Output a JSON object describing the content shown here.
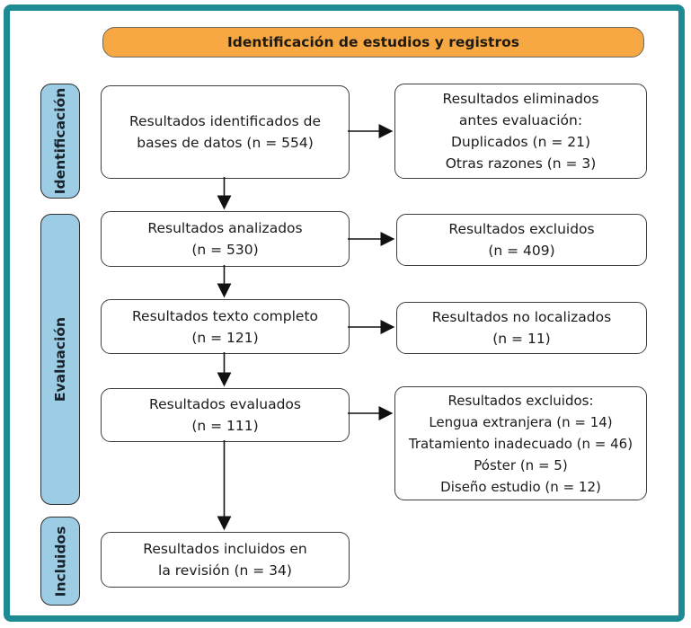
{
  "diagram": {
    "banner_title": "Identificación de estudios y registros",
    "colors": {
      "frame_teal": "#1E8A93",
      "banner_orange": "#F8A843",
      "stage_blue": "#9DCDE4",
      "box_border": "#3D3D3D",
      "text": "#1B1B1B"
    },
    "stages": [
      {
        "label": "Identificación"
      },
      {
        "label": "Evaluación"
      },
      {
        "label": "Incluidos"
      }
    ],
    "boxes": {
      "identified": {
        "lines": [
          "Resultados identificados de",
          "bases de datos (n = 554)"
        ]
      },
      "removed_before": {
        "lines": [
          "Resultados eliminados",
          "antes evaluación:",
          "Duplicados (n = 21)",
          "Otras razones (n = 3)"
        ]
      },
      "screened": {
        "lines": [
          "Resultados analizados",
          "(n = 530)"
        ]
      },
      "excluded": {
        "lines": [
          "Resultados excluidos",
          "(n = 409)"
        ]
      },
      "fulltext": {
        "lines": [
          "Resultados texto completo",
          "(n = 121)"
        ]
      },
      "not_located": {
        "lines": [
          "Resultados no localizados",
          "(n = 11)"
        ]
      },
      "assessed": {
        "lines": [
          "Resultados evaluados",
          "(n = 111)"
        ]
      },
      "excluded_reasons": {
        "lines": [
          "Resultados excluidos:",
          "Lengua extranjera (n = 14)",
          "Tratamiento inadecuado (n = 46)",
          "Póster (n = 5)",
          "Diseño estudio (n = 12)"
        ]
      },
      "included": {
        "lines": [
          "Resultados incluidos en",
          "la revisión (n = 34)"
        ]
      }
    }
  }
}
